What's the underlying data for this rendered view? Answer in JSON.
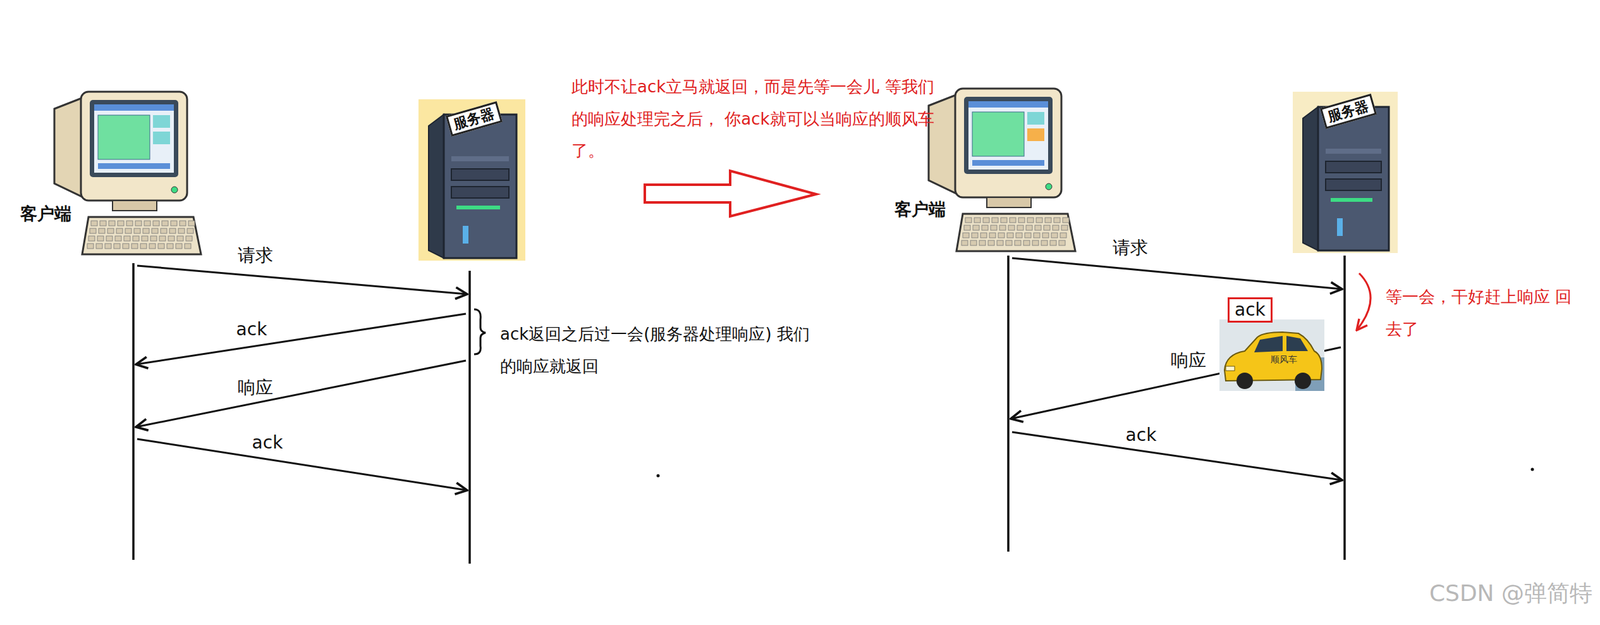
{
  "diagram": {
    "nodes": [
      {
        "text": [
          "客户端"
        ]
      },
      {
        "text": [
          "服务器"
        ]
      },
      {
        "text": [
          "客户端"
        ]
      },
      {
        "text": [
          "服务器"
        ]
      },
      {
        "text": [
          "ack"
        ]
      }
    ],
    "edges": [
      {
        "from": 0,
        "to": 1,
        "label": "请求",
        "arrow": "to"
      },
      {
        "from": 1,
        "to": 0,
        "label": "ack",
        "arrow": "to"
      },
      {
        "from": 1,
        "to": 0,
        "label": "响应",
        "arrow": "to"
      },
      {
        "from": 0,
        "to": 1,
        "label": "ack",
        "arrow": "to"
      },
      {
        "from": 2,
        "to": 3,
        "label": "请求",
        "arrow": "to"
      },
      {
        "from": 3,
        "to": 2,
        "label": "响应",
        "arrow": "to"
      },
      {
        "from": 2,
        "to": 3,
        "label": "ack",
        "arrow": "to"
      }
    ],
    "labels": [
      "ack返回之后过一会(服务器处理响应) 我们的响应就返回",
      "此时不让ack立马就返回，而是先等一会儿 等我们的响应处理完之后， 你ack就可以当响应的顺风车了。",
      "等一会，干好赶上响应 回去了",
      "顺风车",
      "CSDN @弹简特"
    ]
  }
}
